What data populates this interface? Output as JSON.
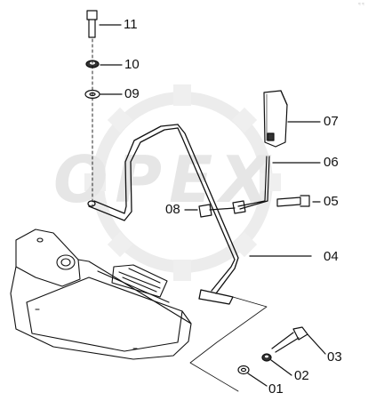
{
  "watermark": "OPEX",
  "corner_mark": "≈ ≈",
  "callouts": {
    "c11": "11",
    "c10": "10",
    "c09": "09",
    "c07": "07",
    "c06": "06",
    "c05": "05",
    "c08": "08",
    "c04": "04",
    "c03": "03",
    "c02": "02",
    "c01": "01"
  }
}
